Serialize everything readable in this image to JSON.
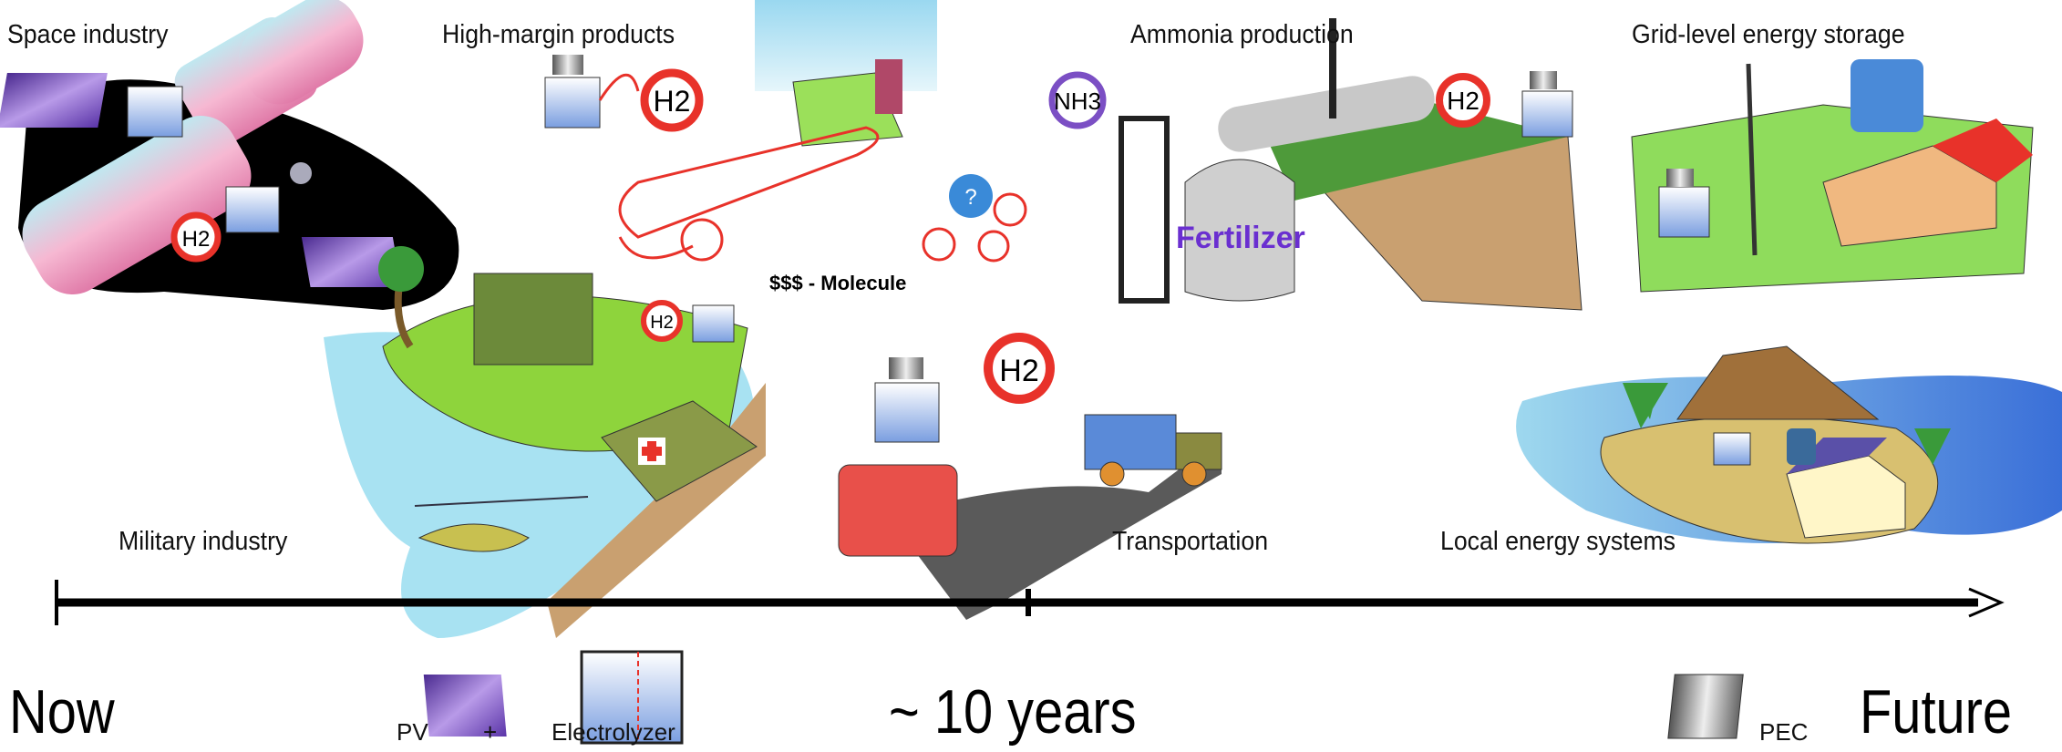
{
  "sectors": {
    "space": "Space industry",
    "high_margin": "High-margin products",
    "ammonia": "Ammonia production",
    "grid": "Grid-level energy storage",
    "military": "Military industry",
    "transportation": "Transportation",
    "local": "Local energy systems"
  },
  "illustration_text": {
    "h2": "H2",
    "nh3": "NH3",
    "fertilizer": "Fertilizer",
    "molecule": "$$$ - Molecule",
    "question": "?"
  },
  "timeline": {
    "start": "Now",
    "middle": "~ 10 years",
    "end": "Future"
  },
  "legend": {
    "pv": "PV",
    "plus": "+",
    "electrolyzer": "Electrolyzer",
    "pec": "PEC"
  },
  "colors": {
    "h2_ring": "#e8322a",
    "pv_panel": "#6a3fb0",
    "nh3_ring": "#7b4fc4",
    "fertilizer_text": "#6a2fd0"
  }
}
